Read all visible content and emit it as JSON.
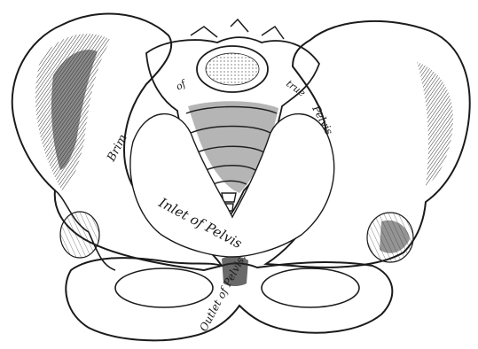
{
  "labels": {
    "brim": "Brim",
    "of": "of",
    "true": "true",
    "pelvis_right": "Pelvis",
    "inlet": "Inlet of Pelvis",
    "outlet": "Outlet of Pelvis."
  },
  "colors": {
    "ink": "#1b1b1b",
    "paper": "#ffffff",
    "shade": "#2a2a2a"
  }
}
